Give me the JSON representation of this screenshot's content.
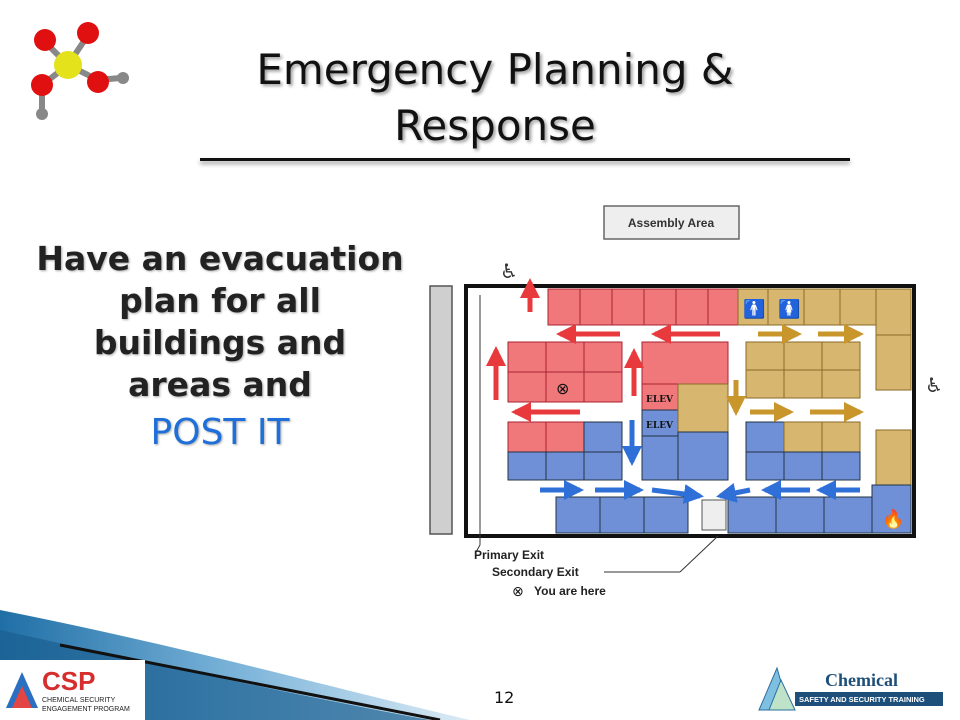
{
  "slide": {
    "title_line1": "Emergency Planning &",
    "title_line2": "Response",
    "body_lines": [
      "Have an evacuation",
      "plan for all",
      "buildings and",
      "areas and"
    ],
    "emphasis": "POST IT",
    "page_number": "12"
  },
  "floorplan": {
    "assembly_area": "Assembly Area",
    "elev_labels": [
      "ELEV",
      "ELEV"
    ],
    "legend": {
      "primary": "Primary Exit",
      "secondary": "Secondary Exit",
      "you_are_here": "You are here"
    },
    "colors": {
      "red": "#f0787a",
      "blue": "#6f8fd6",
      "tan": "#d7b670",
      "arrow_red": "#e8393c",
      "arrow_blue": "#2f6fd8",
      "arrow_tan": "#c9962c"
    }
  },
  "footer": {
    "csp_logo": "CSP",
    "csp_sub1": "CHEMICAL SECURITY",
    "csp_sub2": "ENGAGEMENT PROGRAM",
    "chem_title": "Chemical",
    "chem_sub": "SAFETY AND SECURITY TRAINING"
  }
}
